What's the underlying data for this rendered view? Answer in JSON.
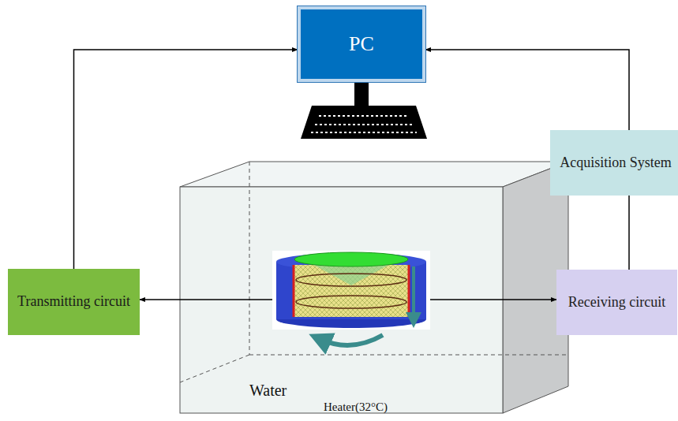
{
  "diagram": {
    "nodes": [
      {
        "text": [
          "PC"
        ]
      },
      {
        "text": [
          "Acquisition System"
        ]
      },
      {
        "text": [
          "Transmitting circuit"
        ]
      },
      {
        "text": [
          "Water",
          "Heater(32°C)"
        ]
      },
      {
        "text": [
          "Receiving circuit"
        ]
      }
    ],
    "edges": [
      {
        "from": 2,
        "to": 0,
        "arrow": "to"
      },
      {
        "from": 1,
        "to": 0,
        "arrow": "to"
      },
      {
        "from": 4,
        "to": 1,
        "arrow": "none"
      },
      {
        "from": 3,
        "to": 2,
        "arrow": "to"
      },
      {
        "from": 3,
        "to": 4,
        "arrow": "to"
      }
    ]
  }
}
